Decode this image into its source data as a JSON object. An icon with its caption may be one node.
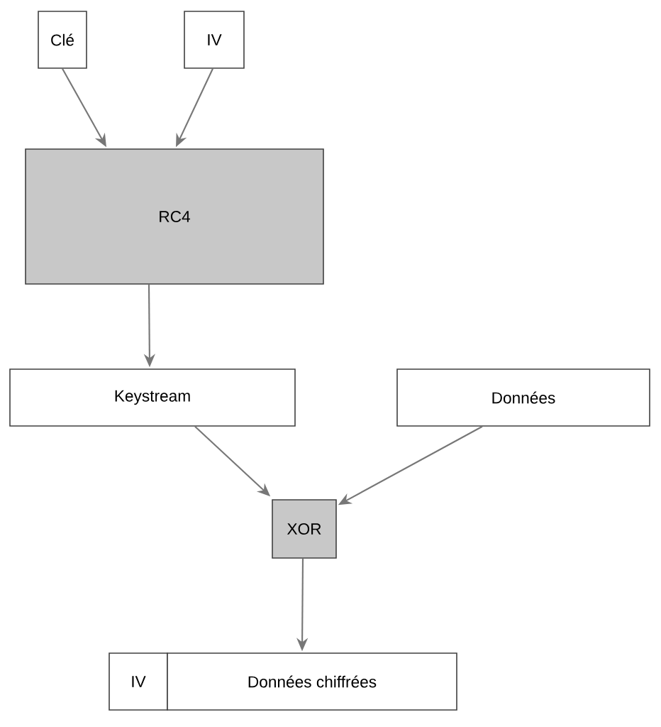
{
  "diagram": {
    "nodes": [
      {
        "text": [
          "Clé"
        ]
      },
      {
        "text": [
          "IV"
        ]
      },
      {
        "text": [
          "RC4"
        ]
      },
      {
        "text": [
          "Keystream"
        ]
      },
      {
        "text": [
          "Données"
        ]
      },
      {
        "text": [
          "XOR"
        ]
      },
      {
        "text": [
          "IV"
        ]
      },
      {
        "text": [
          "Données chiffrées"
        ]
      }
    ],
    "edges": [
      {
        "from": 0,
        "to": 2,
        "arrow": "to"
      },
      {
        "from": 1,
        "to": 2,
        "arrow": "to"
      },
      {
        "from": 2,
        "to": 3,
        "arrow": "to"
      },
      {
        "from": 3,
        "to": 5,
        "arrow": "to"
      },
      {
        "from": 4,
        "to": 5,
        "arrow": "to"
      },
      {
        "from": 5,
        "to": 7,
        "arrow": "to"
      }
    ]
  }
}
